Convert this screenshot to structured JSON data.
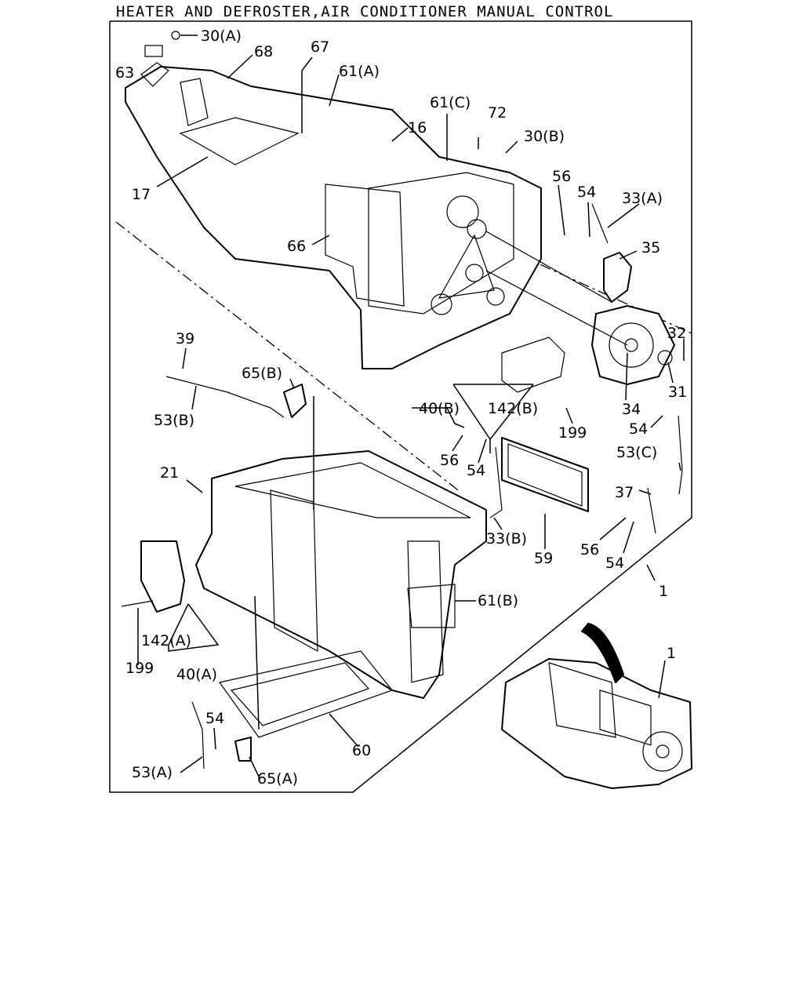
{
  "title": "HEATER AND DEFROSTER,AIR CONDITIONER MANUAL CONTROL",
  "callouts": {
    "c30a": "30(A)",
    "c63": "63",
    "c68": "68",
    "c67": "67",
    "c61a": "61(A)",
    "c61c": "61(C)",
    "c72": "72",
    "c16": "16",
    "c30b": "30(B)",
    "c56a": "56",
    "c54a": "54",
    "c33a": "33(A)",
    "c35": "35",
    "c17": "17",
    "c66": "66",
    "c32": "32",
    "c31": "31",
    "c34": "34",
    "c39": "39",
    "c65b": "65(B)",
    "c53b": "53(B)",
    "c40b": "40(B)",
    "c142b": "142(B)",
    "c199a": "199",
    "c56b": "56",
    "c54b": "54",
    "c54c": "54",
    "c53c": "53(C)",
    "c21": "21",
    "c37": "37",
    "c33b": "33(B)",
    "c56c": "56",
    "c59": "59",
    "c54d": "54",
    "c1a": "1",
    "c61b": "61(B)",
    "c142a": "142(A)",
    "c199b": "199",
    "c40a": "40(A)",
    "c1b": "1",
    "c54e": "54",
    "c60": "60",
    "c53a": "53(A)",
    "c65a": "65(A)"
  }
}
